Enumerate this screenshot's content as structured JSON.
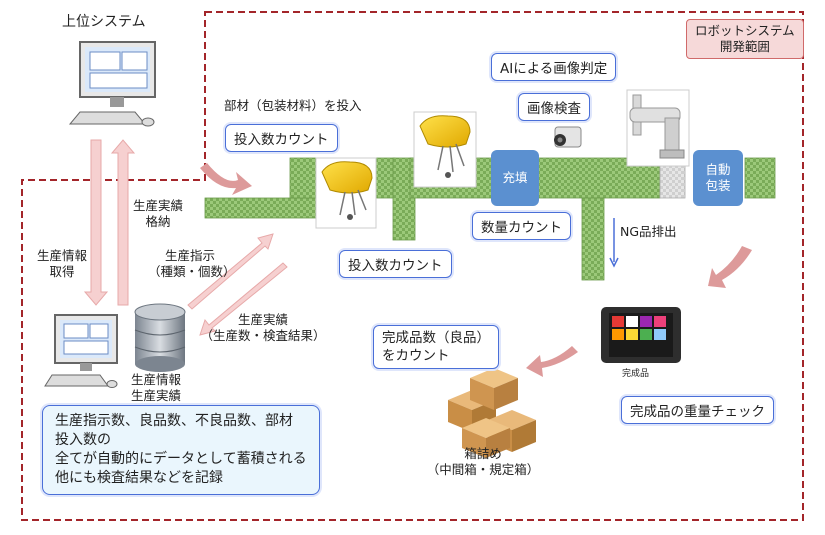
{
  "system_labels": {
    "upper_system": "上位システム",
    "scope_line1": "ロボットシステム",
    "scope_line2": "開発範囲"
  },
  "flows": {
    "material_input": "部材（包装材料）を投入",
    "production_info_line1": "生産情報",
    "production_info_line2": "取得",
    "production_result_store_line1": "生産実績",
    "production_result_store_line2": "格納",
    "production_order_line1": "生産指示",
    "production_order_line2": "（種類・個数）",
    "production_result_line1": "生産実績",
    "production_result_line2": "（生産数・検査結果）",
    "db_line1": "生産情報",
    "db_line2": "生産実績",
    "ng_discharge": "NG品排出",
    "finished_goods": "完成品",
    "boxing_line1": "箱詰め",
    "boxing_line2": "（中間箱・規定箱）"
  },
  "process_boxes": {
    "filling": "充填",
    "auto_pack_line1": "自動",
    "auto_pack_line2": "包装"
  },
  "callouts": {
    "input_count_top": "投入数カウント",
    "input_count_bottom": "投入数カウント",
    "quantity_count": "数量カウント",
    "ai_judgement": "AIによる画像判定",
    "image_inspection": "画像検査",
    "finished_count_line1": "完成品数（良品）",
    "finished_count_line2": "をカウント",
    "weight_check": "完成品の重量チェック",
    "summary_line1": "生産指示数、良品数、不良品数、部材",
    "summary_line2": "投入数の",
    "summary_line3": "全てが自動的にデータとして蓄積される",
    "summary_line4": "他にも検査結果などを記録"
  },
  "colors": {
    "scope_border": "#a3252a",
    "conveyor": "#8fbf6a",
    "process_box": "#5b90d0",
    "callout_border": "#4a6fd8",
    "flow_arrow": "#f4c4c4"
  }
}
